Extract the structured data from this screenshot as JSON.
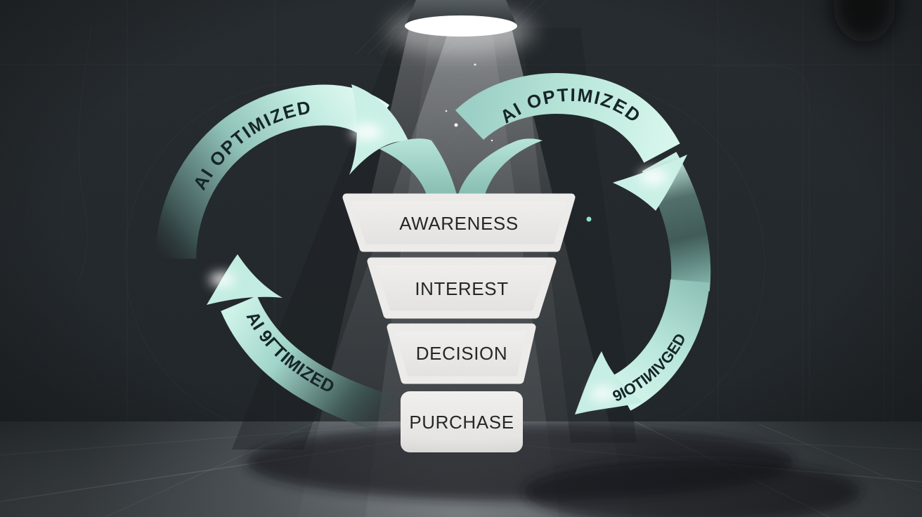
{
  "funnel": {
    "stages": [
      {
        "label": "AWARENESS"
      },
      {
        "label": "INTEREST"
      },
      {
        "label": "DECISION"
      },
      {
        "label": "PURCHASE"
      }
    ]
  },
  "arrows": {
    "top_left": {
      "label": "AI OPTIMIZED"
    },
    "top_right": {
      "label": "AI OPTIMIZED"
    },
    "bottom_left": {
      "label": "AI 9ΓTIMIZED"
    },
    "bottom_right": {
      "label": "9IOTIИIVGED"
    }
  },
  "colors": {
    "background": "#22272b",
    "arrow_mint": "#bfeade",
    "arrow_mint_bright": "#e6fcf5",
    "arrow_dark": "#3a5251",
    "funnel_fill": "#eceae8",
    "funnel_text": "#232425",
    "floor_light": "#767d83",
    "shadow": "#15191c",
    "spotlight": "#ffffff"
  }
}
